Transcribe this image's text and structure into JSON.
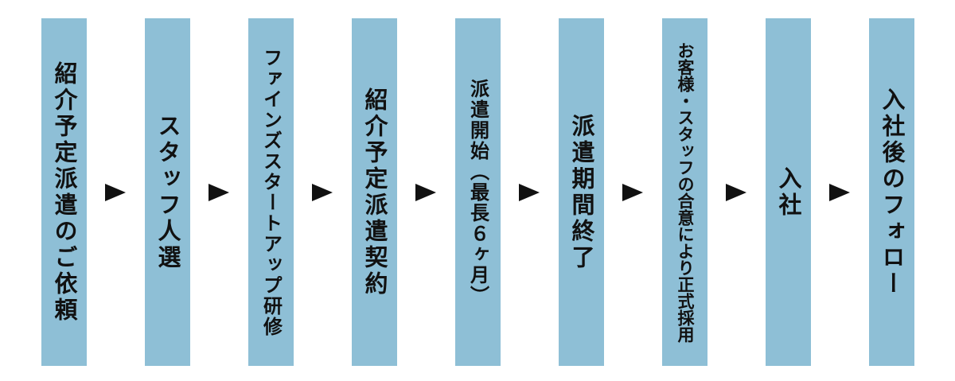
{
  "diagram": {
    "colors": {
      "box_fill": "#8ebfd6",
      "text": "#111111",
      "arrow": "#111111"
    },
    "arrow_icon": "black-right-pointing-triangle",
    "steps": [
      {
        "label": "紹介予定派遣のご依頼"
      },
      {
        "label": "スタッフ人選"
      },
      {
        "label": "ファインズスタートアップ研修"
      },
      {
        "label": "紹介予定派遣契約"
      },
      {
        "label": "派遣開始（最長６ヶ月）"
      },
      {
        "label": "派遣期間終了"
      },
      {
        "label": "お客様・スタッフの合意により正式採用"
      },
      {
        "label": "入社"
      },
      {
        "label": "入社後のフォロー"
      }
    ]
  }
}
